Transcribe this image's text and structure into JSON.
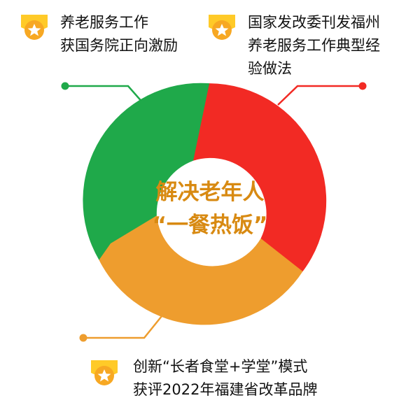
{
  "colors": {
    "green": "#1fa94a",
    "red": "#f22a24",
    "orange": "#ee9d2e",
    "center_text": "#d88a12",
    "medal_ribbon": "#ffca28",
    "medal_disc": "#f7a823",
    "medal_star": "#ffffff",
    "text": "#111111"
  },
  "center": {
    "line1": "解决老年人",
    "line2": "“一餐热饭”"
  },
  "notes": {
    "top_left": [
      "养老服务工作",
      "获国务院正向激励"
    ],
    "top_right": [
      "国家发改委刊发福州",
      "养老服务工作典型经",
      "验做法"
    ],
    "bottom": [
      "创新“长者食堂+学堂”模式",
      "获评2022年福建省改革品牌"
    ]
  },
  "icons": {
    "medal": "medal-star-icon"
  }
}
